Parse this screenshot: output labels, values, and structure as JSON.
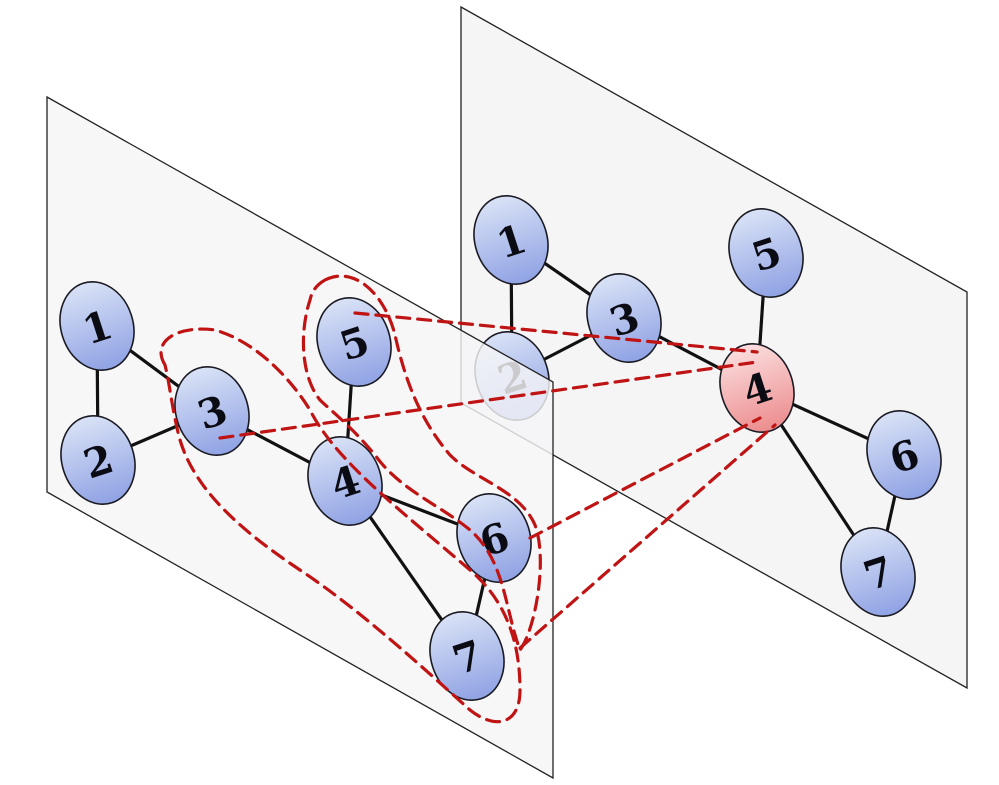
{
  "colors": {
    "node_fill_top": "#d9e2f6",
    "node_fill_bottom": "#8fa2e4",
    "highlight_fill_top": "#fbdedf",
    "highlight_fill_bottom": "#ec8c8d",
    "dashed": "#c01414",
    "edge": "#111111",
    "plane_fill": "#f5f5f6"
  },
  "back_graph": {
    "nodes": [
      {
        "id": "1",
        "label": "1"
      },
      {
        "id": "2",
        "label": "2"
      },
      {
        "id": "3",
        "label": "3"
      },
      {
        "id": "4",
        "label": "4",
        "highlighted": true
      },
      {
        "id": "5",
        "label": "5"
      },
      {
        "id": "6",
        "label": "6"
      },
      {
        "id": "7",
        "label": "7"
      }
    ],
    "edges": [
      [
        "1",
        "2"
      ],
      [
        "1",
        "3"
      ],
      [
        "2",
        "3"
      ],
      [
        "3",
        "4"
      ],
      [
        "4",
        "5"
      ],
      [
        "4",
        "6"
      ],
      [
        "4",
        "7"
      ],
      [
        "6",
        "7"
      ]
    ]
  },
  "front_graph": {
    "nodes": [
      {
        "id": "1",
        "label": "1"
      },
      {
        "id": "2",
        "label": "2"
      },
      {
        "id": "3",
        "label": "3"
      },
      {
        "id": "4",
        "label": "4"
      },
      {
        "id": "5",
        "label": "5"
      },
      {
        "id": "6",
        "label": "6"
      },
      {
        "id": "7",
        "label": "7"
      }
    ],
    "edges": [
      [
        "1",
        "2"
      ],
      [
        "1",
        "3"
      ],
      [
        "2",
        "3"
      ],
      [
        "3",
        "4"
      ],
      [
        "4",
        "5"
      ],
      [
        "4",
        "6"
      ],
      [
        "4",
        "7"
      ],
      [
        "6",
        "7"
      ]
    ]
  }
}
